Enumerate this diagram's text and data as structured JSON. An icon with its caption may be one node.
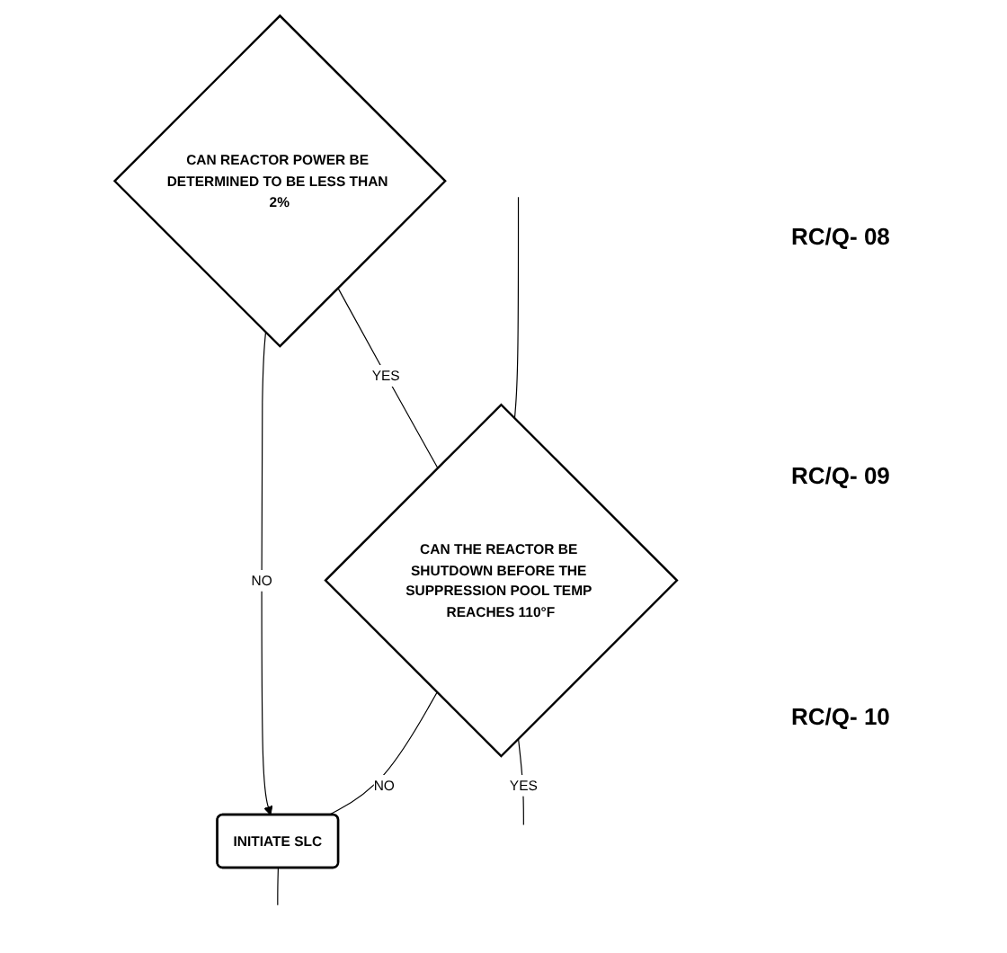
{
  "diagram": {
    "nodes": [
      {
        "text": [
          "CAN REACTOR POWER BE DETERMINED TO BE LESS THAN 2%"
        ]
      },
      {
        "text": [
          "CAN THE REACTOR BE SHUTDOWN BEFORE THE SUPPRESSION POOL TEMP REACHES 110°F"
        ]
      },
      {
        "text": [
          "INITIATE SLC"
        ]
      }
    ],
    "edges": [
      {
        "from": null,
        "to": 1,
        "arrow": "none"
      },
      {
        "from": 0,
        "to": 1,
        "label": "YES",
        "arrow": "none"
      },
      {
        "from": 0,
        "to": 2,
        "label": "NO",
        "arrow": "to"
      },
      {
        "from": 1,
        "to": null,
        "label": "YES",
        "arrow": "none"
      },
      {
        "from": 1,
        "to": 2,
        "label": "NO",
        "arrow": "none"
      },
      {
        "from": 2,
        "to": null,
        "arrow": "none"
      }
    ],
    "labels": [
      "RC/Q- 08",
      "RC/Q- 09",
      "RC/Q- 10"
    ]
  }
}
